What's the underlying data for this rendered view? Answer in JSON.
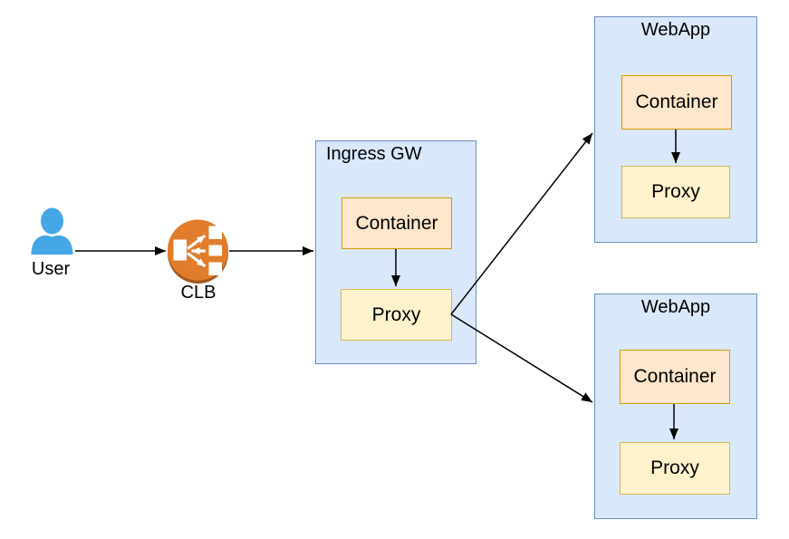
{
  "diagram": {
    "user": {
      "label": "User"
    },
    "clb": {
      "label": "CLB"
    },
    "ingress_gw": {
      "title": "Ingress GW",
      "container": "Container",
      "proxy": "Proxy"
    },
    "webapp_top": {
      "title": "WebApp",
      "container": "Container",
      "proxy": "Proxy"
    },
    "webapp_bottom": {
      "title": "WebApp",
      "container": "Container",
      "proxy": "Proxy"
    },
    "edges": [
      {
        "from": "User",
        "to": "CLB"
      },
      {
        "from": "CLB",
        "to": "Ingress GW"
      },
      {
        "from": "Ingress GW / Container",
        "to": "Ingress GW / Proxy"
      },
      {
        "from": "Ingress GW / Proxy",
        "to": "WebApp (top)"
      },
      {
        "from": "Ingress GW / Proxy",
        "to": "WebApp (bottom)"
      },
      {
        "from": "WebApp (top) / Container",
        "to": "WebApp (top) / Proxy"
      },
      {
        "from": "WebApp (bottom) / Container",
        "to": "WebApp (bottom) / Proxy"
      }
    ],
    "colors": {
      "group_fill": "#dae8fc",
      "group_stroke": "#6c8ebf",
      "container_fill": "#ffe6cc",
      "container_stroke": "#d79b00",
      "proxy_fill": "#fff2cc",
      "proxy_stroke": "#d6b656",
      "user_icon_blue": "#45a6e6",
      "clb_orange": "#e07d2d",
      "clb_shadow": "#a4591f",
      "edge_black": "#000000"
    }
  }
}
